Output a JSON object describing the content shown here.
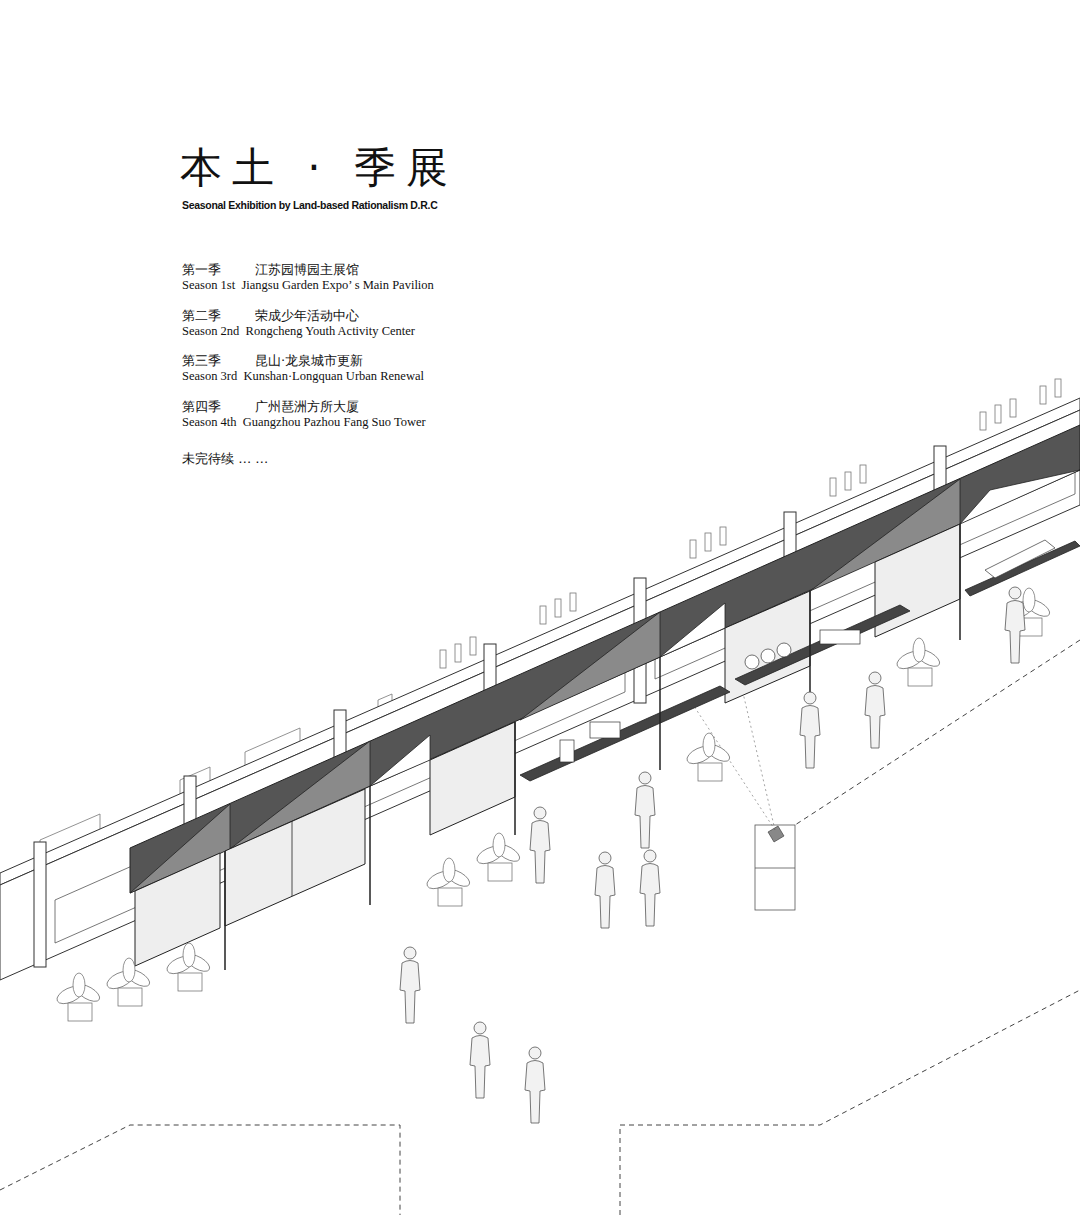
{
  "diagram": {
    "title": "本土 · 季展",
    "labels": [
      "Seasonal Exhibition by Land-based Rationalism D.R.C",
      "第一季",
      "江苏园博园主展馆",
      "Season 1st  Jiangsu Garden Expo’ s Main Pavilion",
      "第二季",
      "荣成少年活动中心",
      "Season 2nd  Rongcheng Youth Activity Center",
      "第三季",
      "昆山·龙泉城市更新",
      "Season 3rd  Kunshan·Longquan Urban Renewal",
      "第四季",
      "广州琶洲方所大厦",
      "Season 4th  Guangzhou Pazhou Fang Suo Tower",
      "未完待续 … …"
    ]
  }
}
